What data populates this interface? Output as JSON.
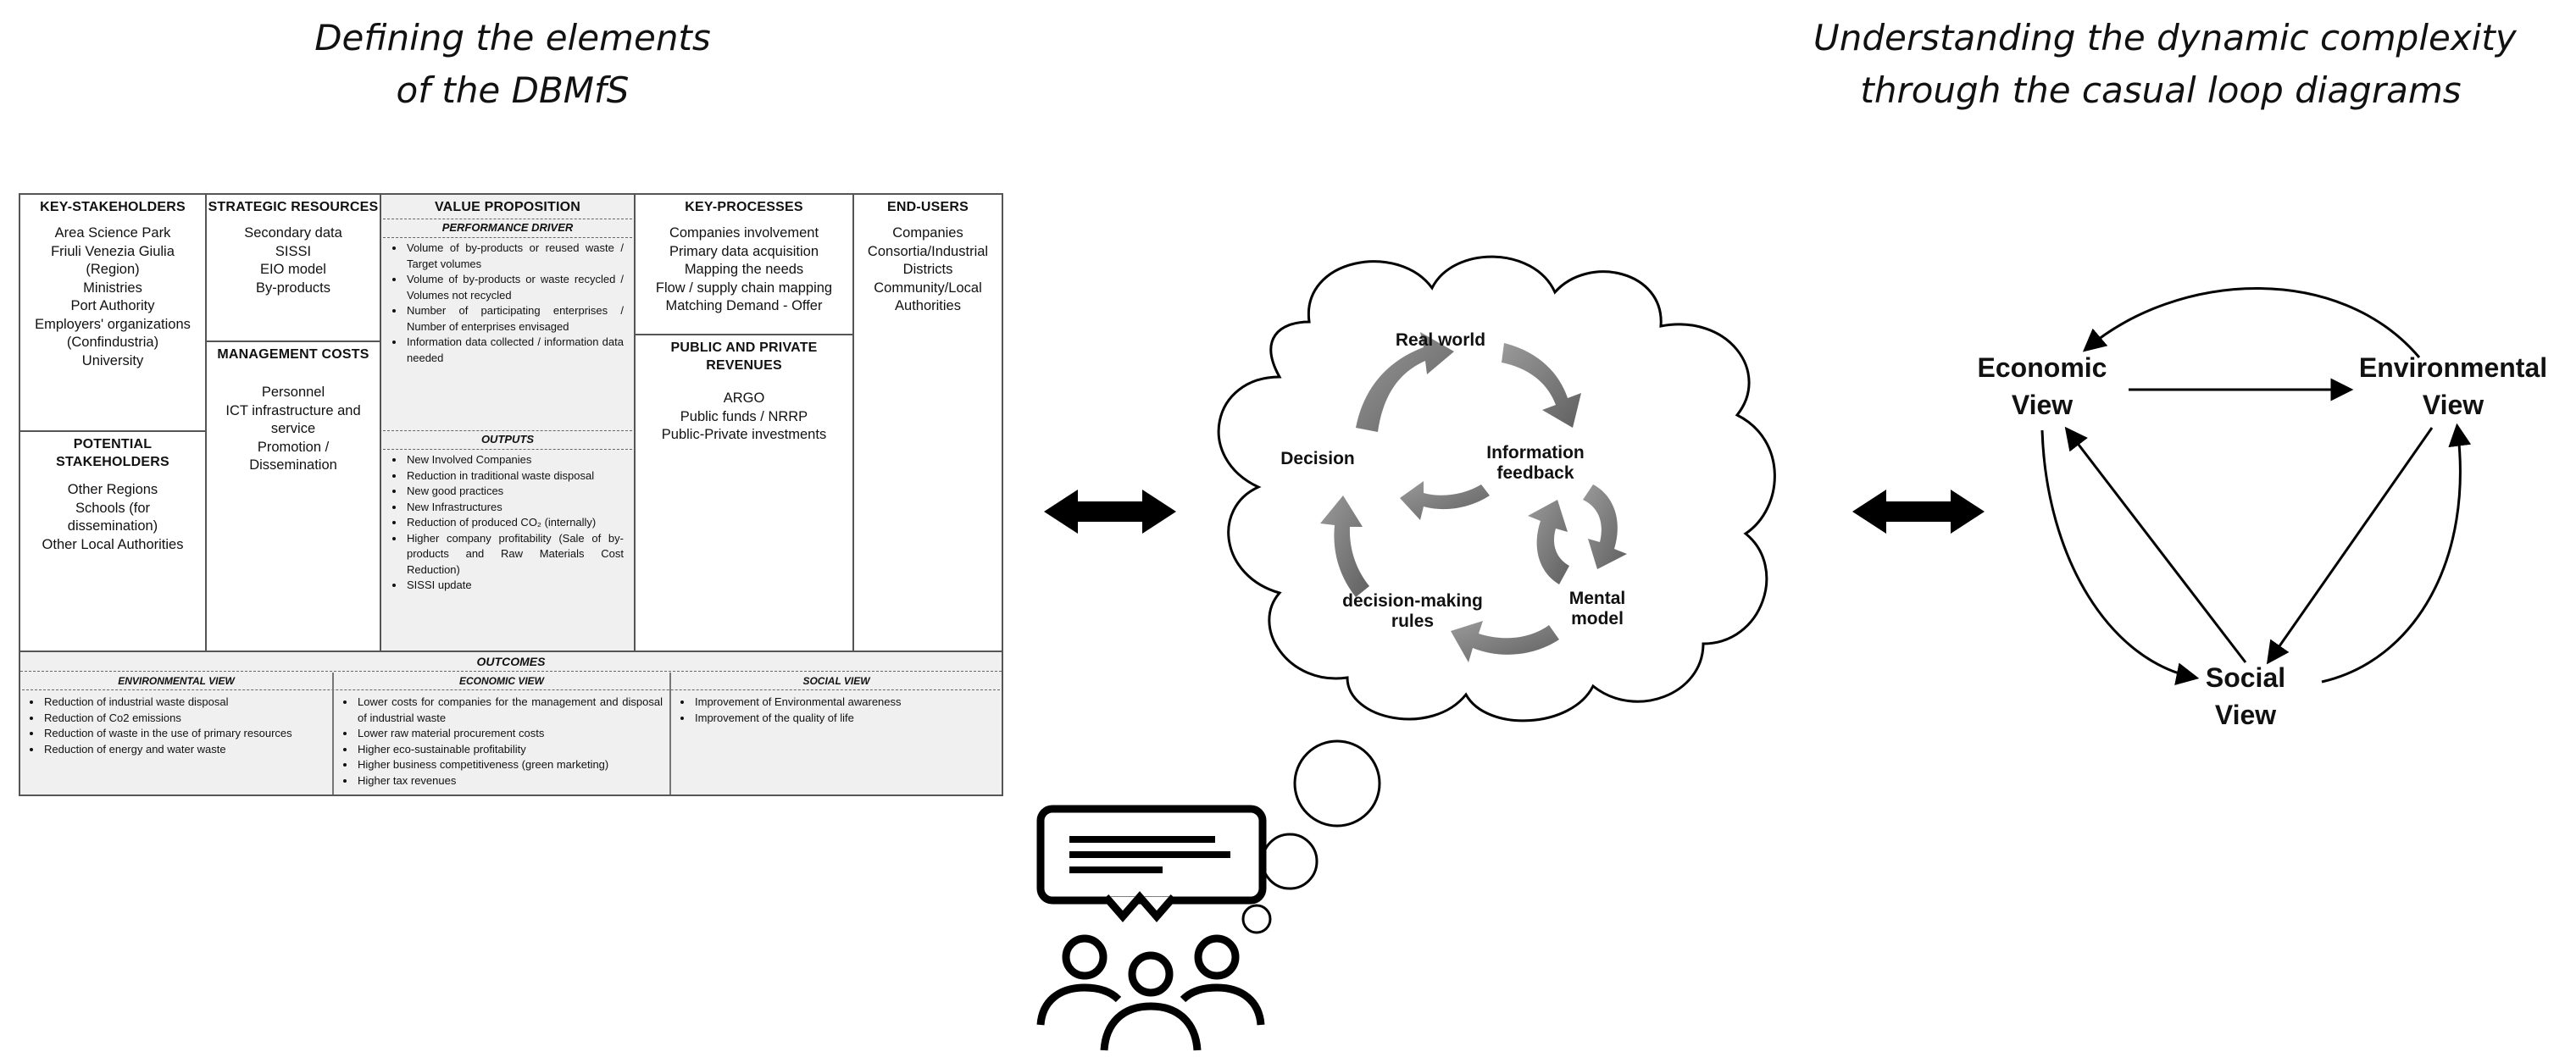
{
  "headings": {
    "left": [
      "Defining the elements",
      "of the DBMfS"
    ],
    "right": [
      "Understanding the dynamic complexity",
      "through the casual loop diagrams"
    ]
  },
  "canvas": {
    "key_stakeholders": {
      "title": "KEY-STAKEHOLDERS",
      "items": [
        "Area Science Park",
        "Friuli Venezia Giulia",
        "(Region)",
        "Ministries",
        "Port Authority",
        "Employers' organizations",
        "(Confindustria)",
        "University"
      ]
    },
    "potential_stakeholders": {
      "title": [
        "POTENTIAL",
        "STAKEHOLDERS"
      ],
      "items": [
        "Other Regions",
        "Schools (for",
        "dissemination)",
        "Other Local Authorities"
      ]
    },
    "strategic_resources": {
      "title": "STRATEGIC RESOURCES",
      "items": [
        "Secondary data",
        "SISSI",
        "EIO model",
        "By-products"
      ]
    },
    "management_costs": {
      "title": "MANAGEMENT COSTS",
      "items": [
        "Personnel",
        "ICT infrastructure and",
        "service",
        "Promotion /",
        "Dissemination"
      ]
    },
    "value_proposition": {
      "title": "VALUE PROPOSITION",
      "performance_driver": {
        "title": "PERFORMANCE DRIVER",
        "items": [
          "Volume of by-products or reused waste / Target volumes",
          "Volume of by-products or waste recycled / Volumes not recycled",
          "Number of participating enterprises / Number of enterprises envisaged",
          "Information data collected / information data needed"
        ]
      },
      "outputs": {
        "title": "OUTPUTS",
        "items": [
          "New Involved Companies",
          "Reduction in traditional waste disposal",
          "New good practices",
          "New Infrastructures",
          "Reduction of produced CO₂ (internally)",
          "Higher company profitability (Sale of by-products and Raw Materials Cost Reduction)",
          "SISSI update"
        ]
      }
    },
    "key_processes": {
      "title": "KEY-PROCESSES",
      "items": [
        "Companies involvement",
        "Primary data acquisition",
        "Mapping the needs",
        "Flow / supply chain mapping",
        "Matching Demand - Offer"
      ]
    },
    "revenues": {
      "title": [
        "PUBLIC AND PRIVATE",
        "REVENUES"
      ],
      "items": [
        "ARGO",
        "Public funds / NRRP",
        "Public-Private investments"
      ]
    },
    "end_users": {
      "title": "END-USERS",
      "items": [
        "Companies",
        "Consortia/Industrial",
        "Districts",
        "Community/Local",
        "Authorities"
      ]
    },
    "outcomes": {
      "title": "OUTCOMES",
      "environmental": {
        "title": "ENVIRONMENTAL VIEW",
        "items": [
          "Reduction of industrial waste disposal",
          "Reduction of Co2 emissions",
          "Reduction of waste in the use of primary resources",
          "Reduction of energy and water waste"
        ]
      },
      "economic": {
        "title": "ECONOMIC VIEW",
        "items": [
          "Lower costs for companies for the management and disposal of industrial waste",
          "Lower raw material procurement costs",
          "Higher eco-sustainable profitability",
          "Higher business competitiveness (green marketing)",
          "Higher tax revenues"
        ]
      },
      "social": {
        "title": "SOCIAL VIEW",
        "items": [
          "Improvement of Environmental awareness",
          "Improvement of the quality of life"
        ]
      }
    }
  },
  "cycle": {
    "labels": {
      "real_world": "Real world",
      "information_feedback": [
        "Information",
        "feedback"
      ],
      "mental_model": [
        "Mental",
        "model"
      ],
      "decision_rules": [
        "decision-making",
        "rules"
      ],
      "decision": "Decision"
    },
    "colors": {
      "arrow": "#7a7a7a",
      "outline": "#000000"
    }
  },
  "loop": {
    "economic": [
      "Economic",
      "View"
    ],
    "environmental": [
      "Environmental",
      "View"
    ],
    "social": [
      "Social",
      "View"
    ]
  }
}
